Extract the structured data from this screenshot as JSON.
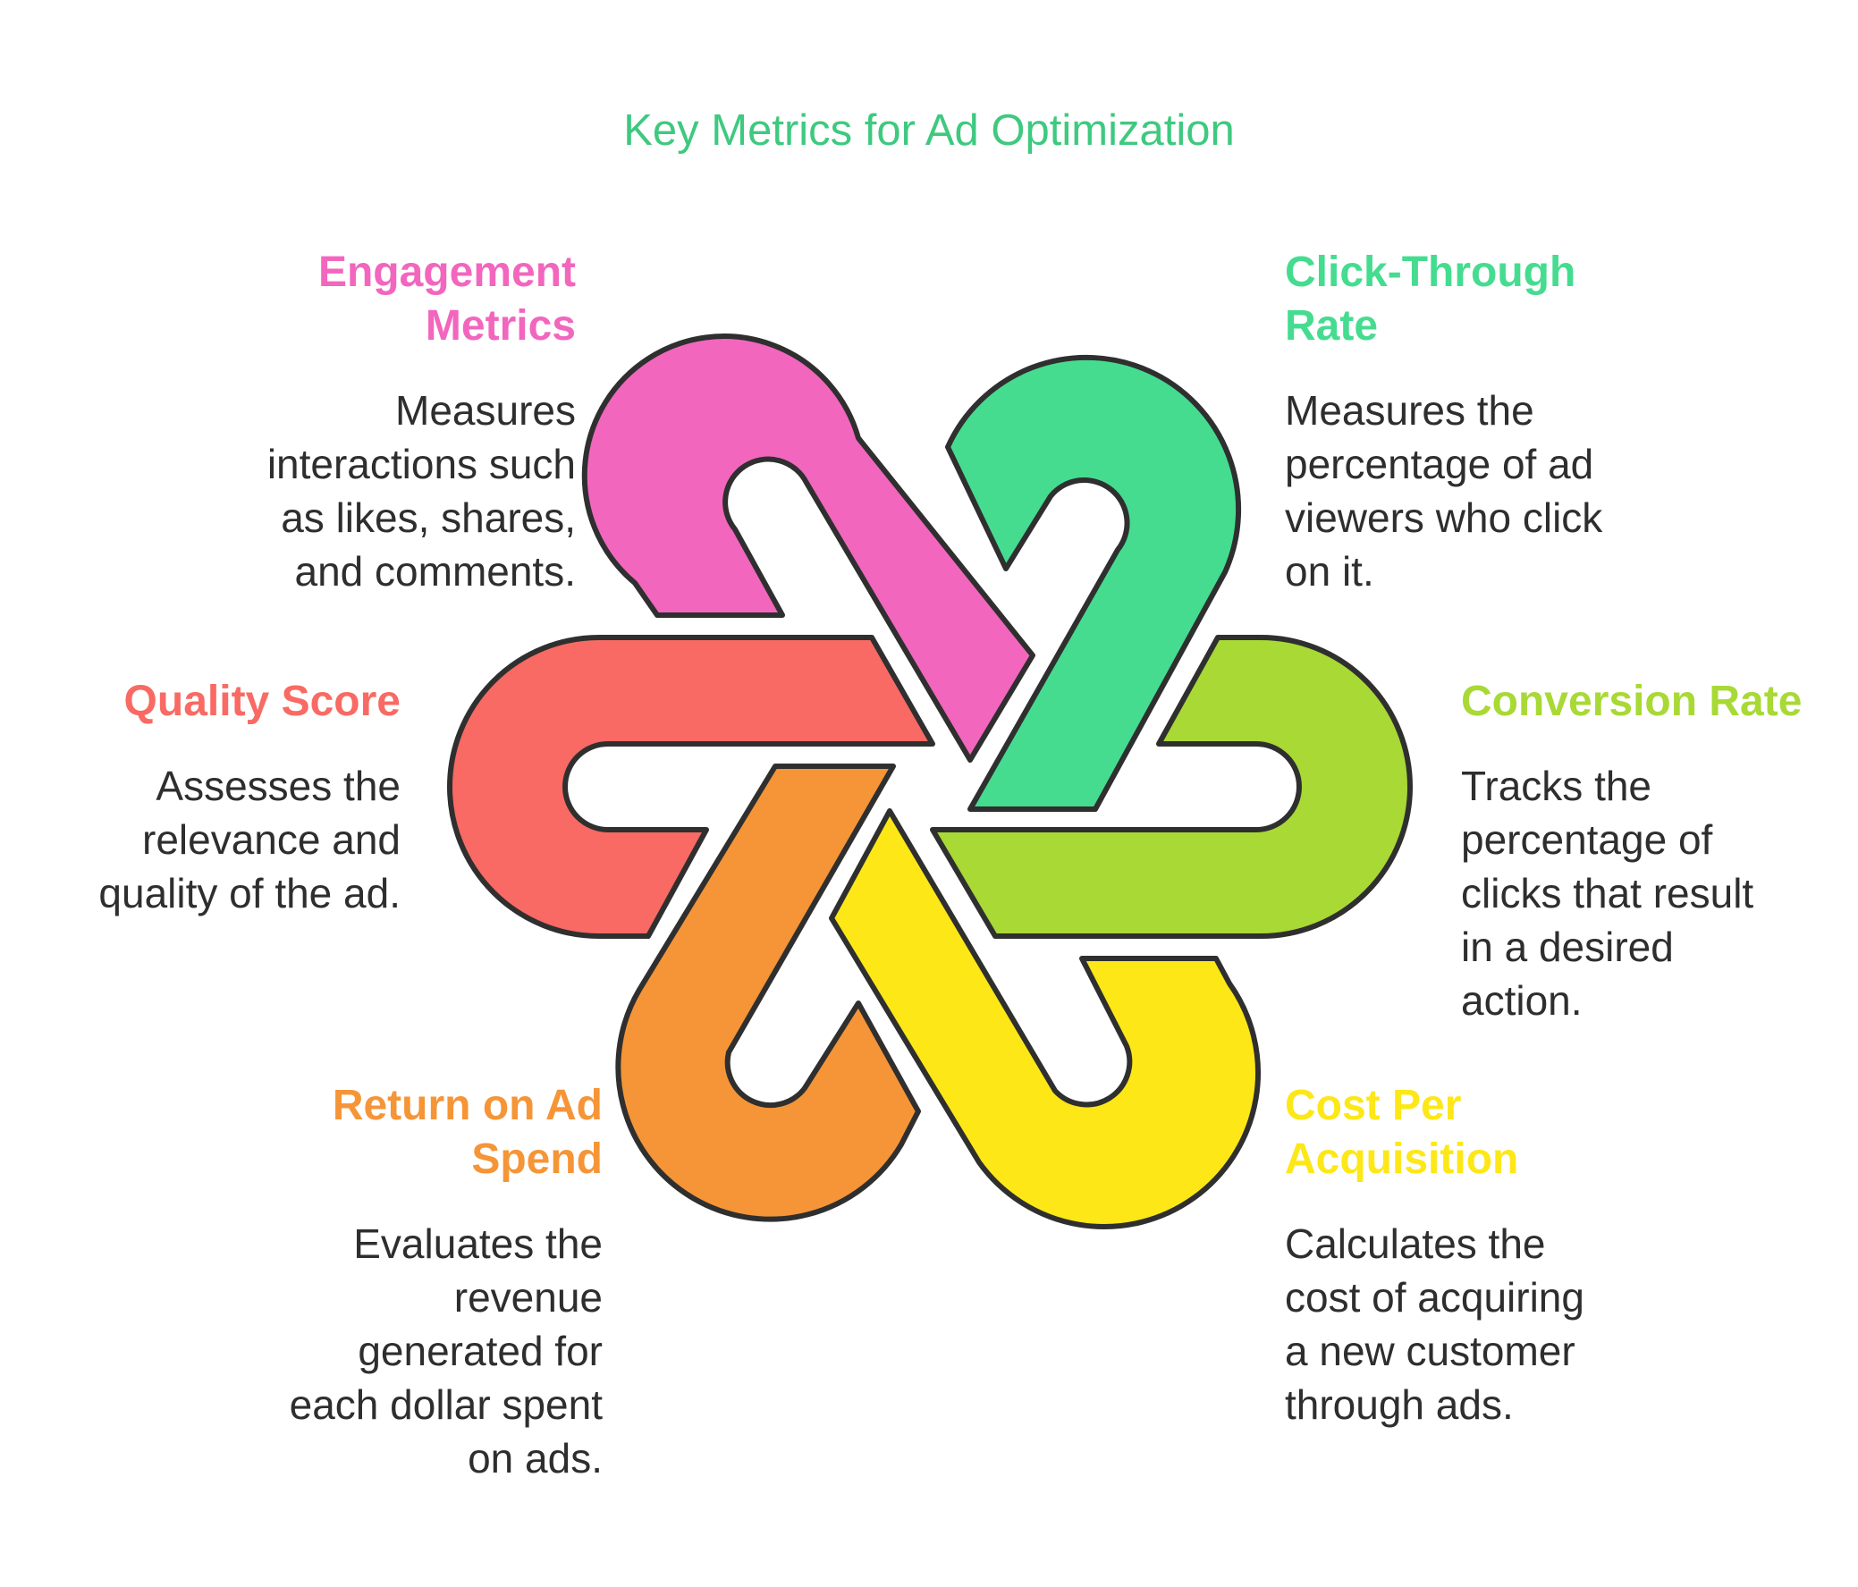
{
  "title": "Key Metrics for Ad Optimization",
  "colors": {
    "title": "#3ec97f",
    "text": "#2e2e2e",
    "outline": "#2f2f2f"
  },
  "metrics": [
    {
      "id": "engagement",
      "color": "#f266be",
      "heading": [
        "Engagement",
        "Metrics"
      ],
      "description": [
        "Measures",
        "interactions such",
        "as likes, shares,",
        "and comments."
      ]
    },
    {
      "id": "ctr",
      "color": "#45dc90",
      "heading": [
        "Click-Through",
        "Rate"
      ],
      "description": [
        "Measures the",
        "percentage of ad",
        "viewers who click",
        "on it."
      ]
    },
    {
      "id": "quality",
      "color": "#f86a63",
      "heading": [
        "Quality Score"
      ],
      "description": [
        "Assesses the",
        "relevance and",
        "quality of the ad."
      ]
    },
    {
      "id": "conversion",
      "color": "#a8d935",
      "heading": [
        "Conversion Rate"
      ],
      "description": [
        "Tracks the",
        "percentage of",
        "clicks that result",
        "in a desired",
        "action."
      ]
    },
    {
      "id": "roas",
      "color": "#f59537",
      "heading": [
        "Return on Ad",
        "Spend"
      ],
      "description": [
        "Evaluates the",
        "revenue",
        "generated for",
        "each dollar spent",
        "on ads."
      ]
    },
    {
      "id": "cpa",
      "color": "#fde716",
      "heading": [
        "Cost Per",
        "Acquisition"
      ],
      "description": [
        "Calculates the",
        "cost of acquiring",
        "a new customer",
        "through ads."
      ]
    }
  ]
}
